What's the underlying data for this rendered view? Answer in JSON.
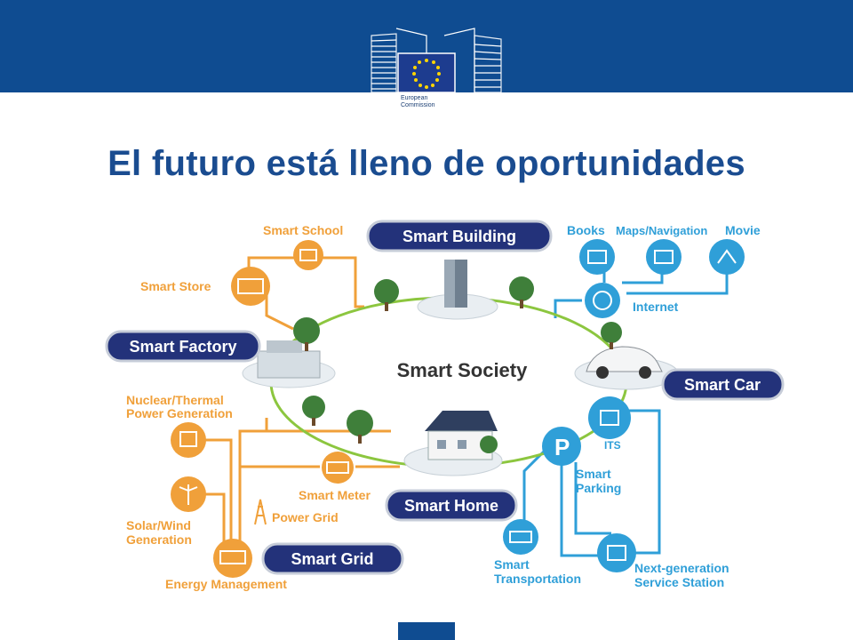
{
  "logo": {
    "line1": "European",
    "line2": "Commission"
  },
  "title": "El futuro está lleno de oportunidades",
  "diagram": {
    "center": "Smart Society",
    "pills": {
      "building": "Smart Building",
      "factory": "Smart Factory",
      "car": "Smart Car",
      "home": "Smart Home",
      "grid": "Smart Grid"
    },
    "labels": {
      "school": "Smart School",
      "store": "Smart Store",
      "nuclear1": "Nuclear/Thermal",
      "nuclear2": "Power Generation",
      "solar1": "Solar/Wind",
      "solar2": "Generation",
      "energy": "Energy Management",
      "meter": "Smart Meter",
      "powergrid": "Power Grid",
      "books": "Books",
      "maps": "Maps/Navigation",
      "movie": "Movie",
      "internet": "Internet",
      "its": "ITS",
      "parking1": "Smart",
      "parking2": "Parking",
      "transport1": "Smart",
      "transport2": "Transportation",
      "station1": "Next-generation",
      "station2": "Service Station"
    },
    "colors": {
      "orange": "#f0a03a",
      "blue": "#2f9fd8",
      "green": "#8cc63f",
      "navy": "#23327a",
      "title": "#1a4c90"
    }
  }
}
